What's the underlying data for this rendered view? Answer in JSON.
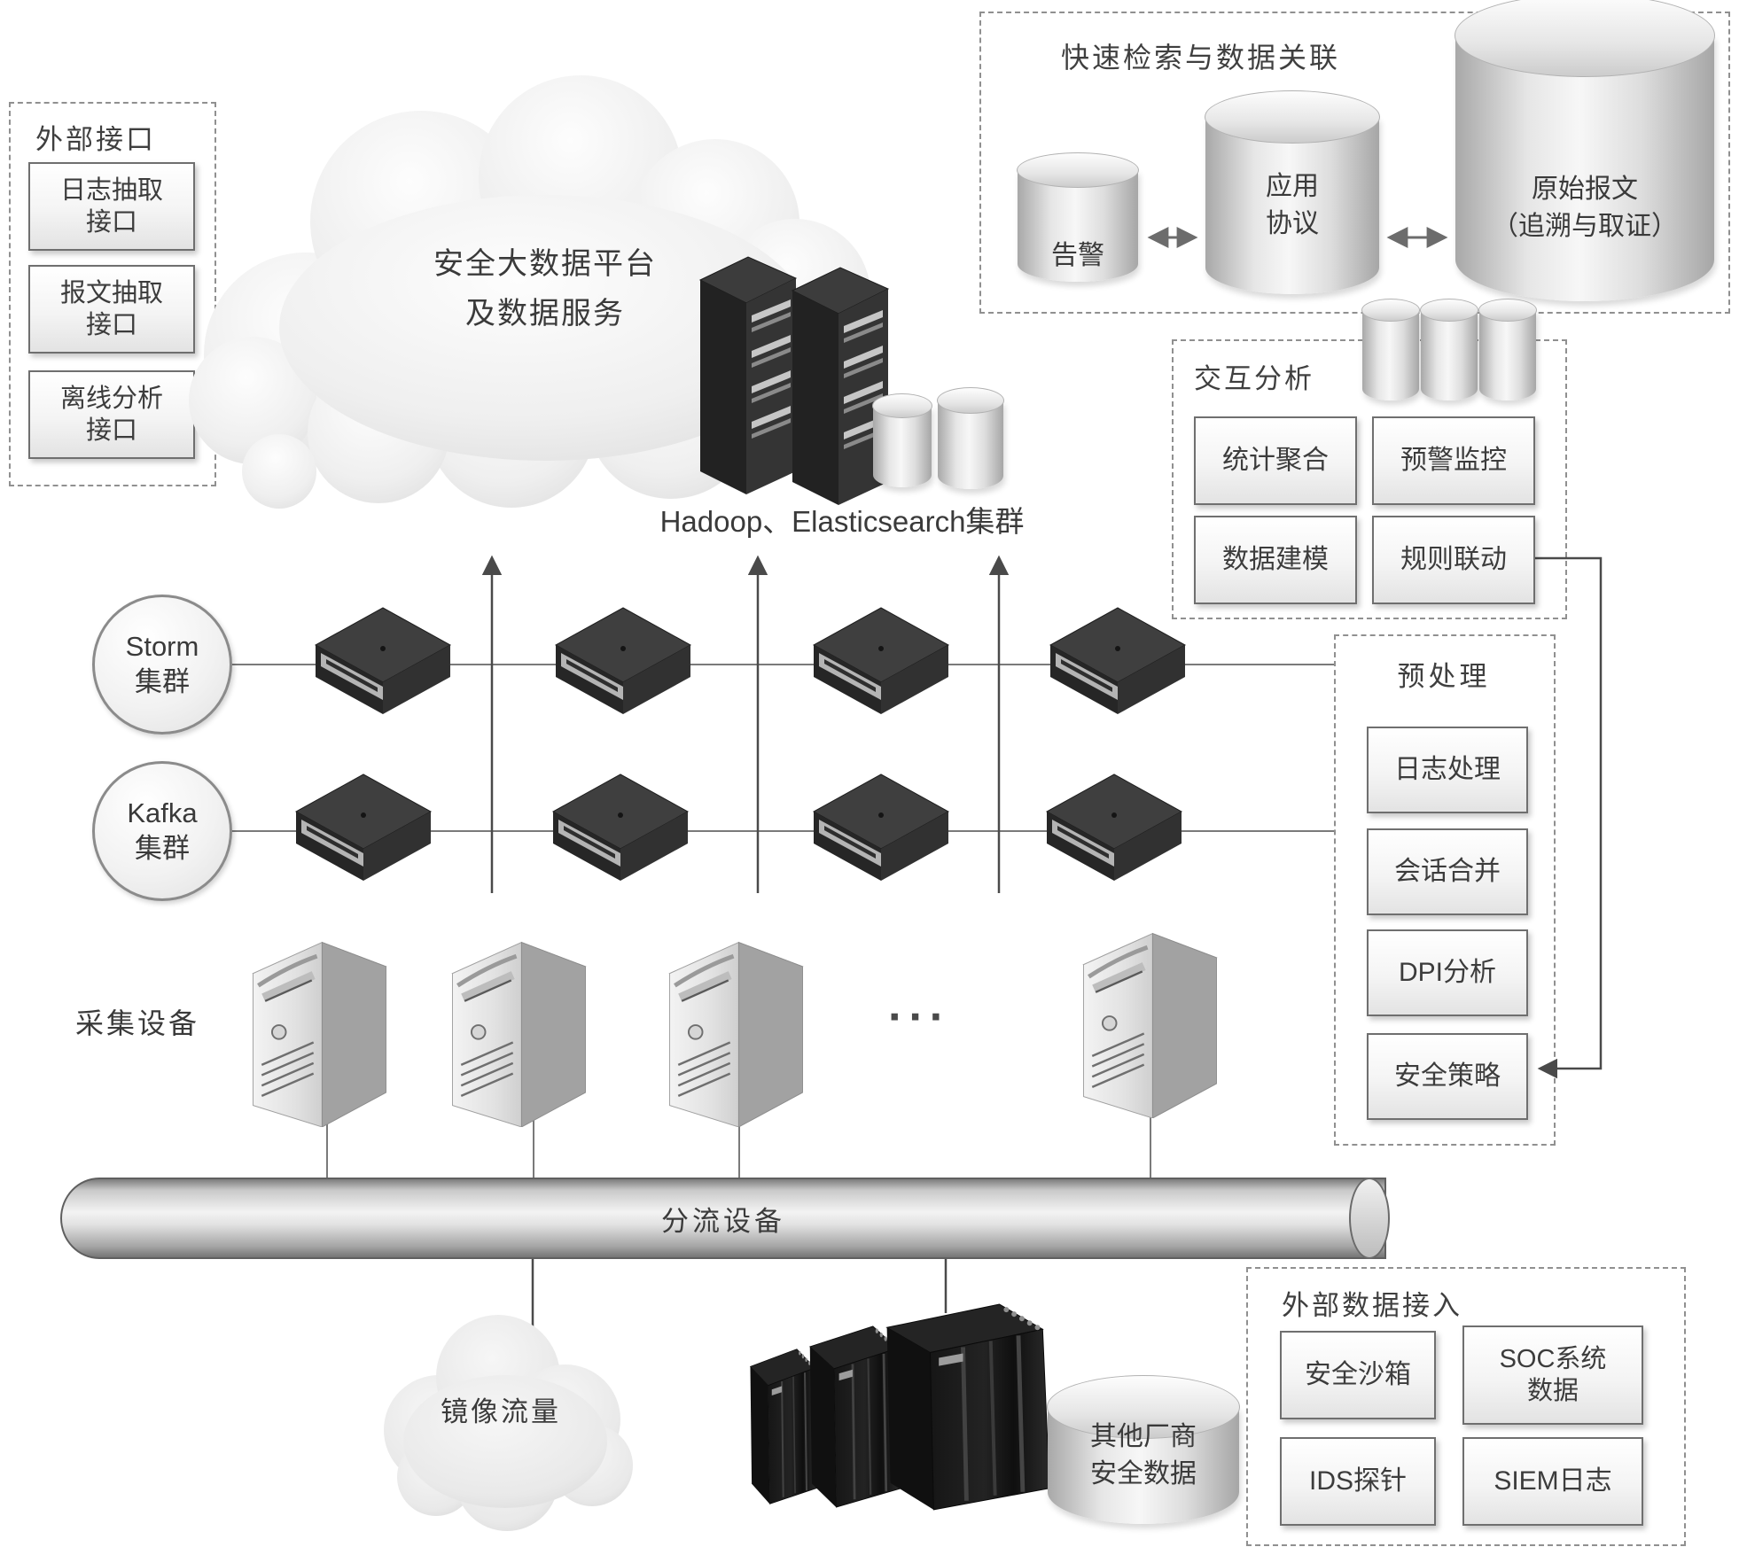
{
  "colors": {
    "background": "#ffffff",
    "dark_device": "#353535",
    "box_border": "#6f6f6f",
    "dashed_border": "#909090",
    "line": "#6a6a6a",
    "text": "#3a3a3a"
  },
  "main_cloud": {
    "line1": "安全大数据平台",
    "line2": "及数据服务"
  },
  "cluster_caption": "Hadoop、Elasticsearch集群",
  "external_interface": {
    "title": "外部接口",
    "items": [
      {
        "label": "日志抽取\n接口"
      },
      {
        "label": "报文抽取\n接口"
      },
      {
        "label": "离线分析\n接口"
      }
    ]
  },
  "quick_search": {
    "title": "快速检索与数据关联",
    "alert": "告警",
    "app_protocol": "应用\n协议",
    "raw_packet": "原始报文\n（追溯与取证）"
  },
  "interactive_analysis": {
    "title": "交互分析",
    "items": [
      {
        "label": "统计聚合"
      },
      {
        "label": "预警监控"
      },
      {
        "label": "数据建模"
      },
      {
        "label": "规则联动"
      }
    ]
  },
  "preprocessing": {
    "title": "预处理",
    "items": [
      {
        "label": "日志处理"
      },
      {
        "label": "会话合并"
      },
      {
        "label": "DPI分析"
      },
      {
        "label": "安全策略"
      }
    ]
  },
  "storm_cluster": "Storm\n集群",
  "kafka_cluster": "Kafka\n集群",
  "collection_label": "采集设备",
  "ellipsis": "···",
  "splitter_label": "分流设备",
  "mirror_cloud_label": "镜像流量",
  "other_vendor_label": "其他厂商\n安全数据",
  "external_data": {
    "title": "外部数据接入",
    "items": [
      {
        "label": "安全沙箱"
      },
      {
        "label": "SOC系统\n数据"
      },
      {
        "label": "IDS探针"
      },
      {
        "label": "SIEM日志"
      }
    ]
  }
}
